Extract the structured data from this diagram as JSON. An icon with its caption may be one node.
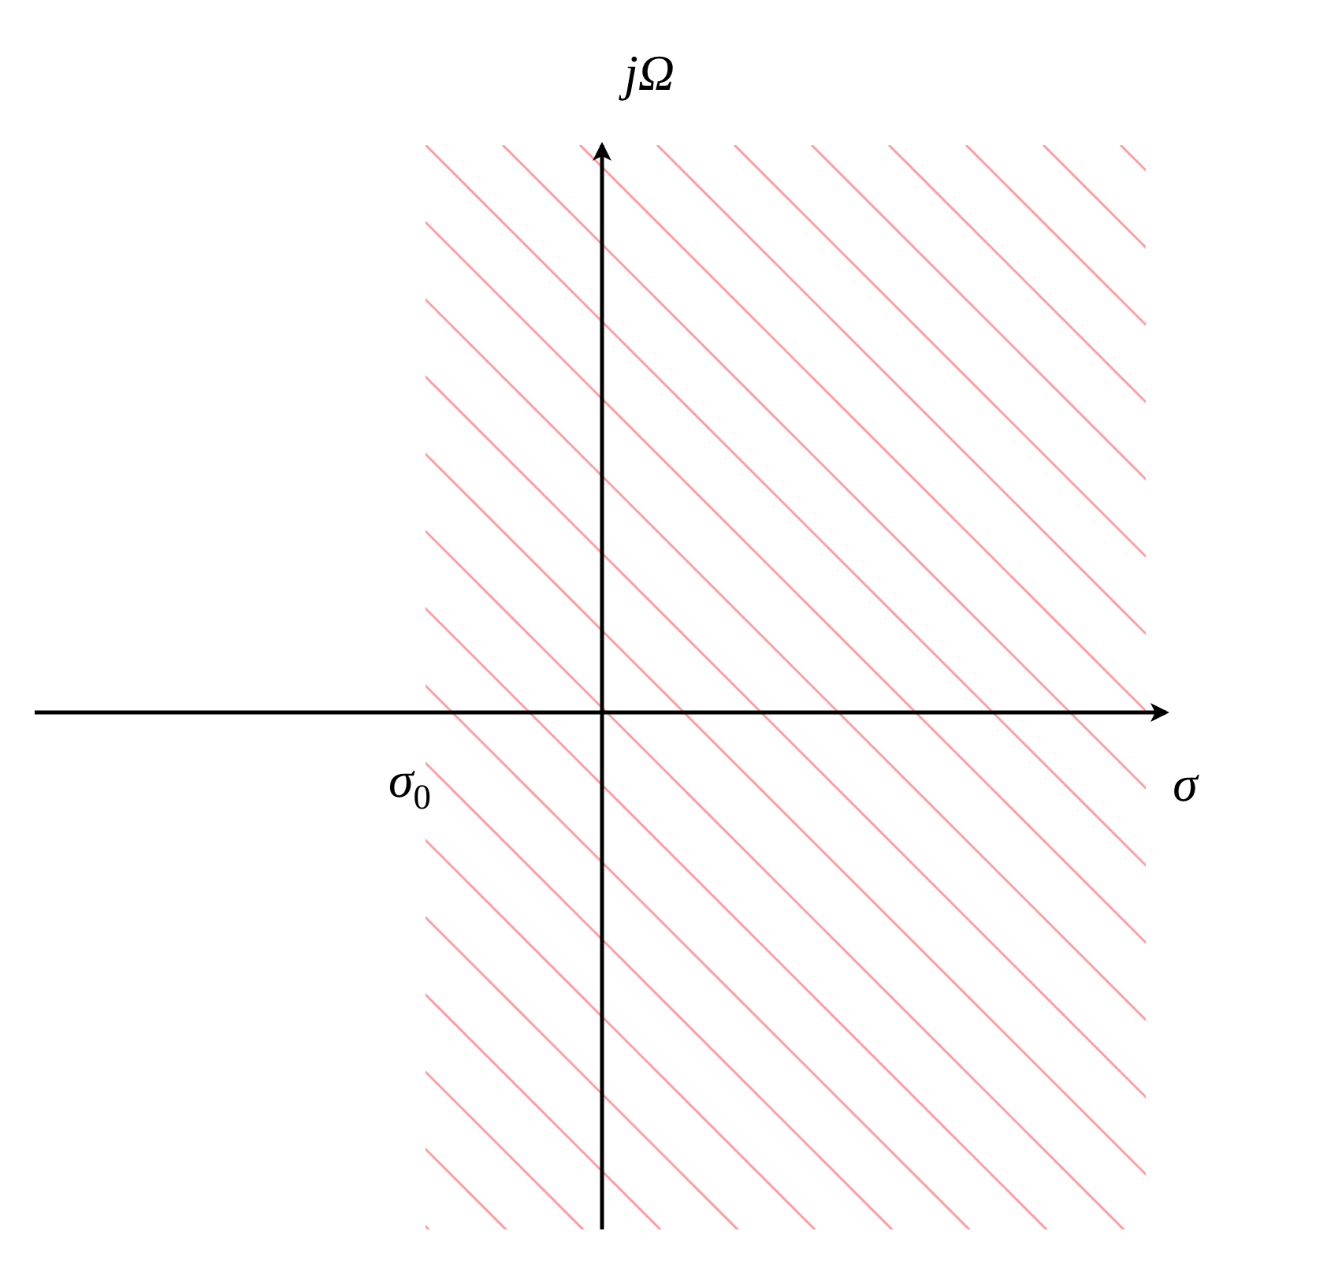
{
  "diagram": {
    "labels": [
      "jΩ",
      "*σ*$_{0}$",
      "σ"
    ]
  }
}
